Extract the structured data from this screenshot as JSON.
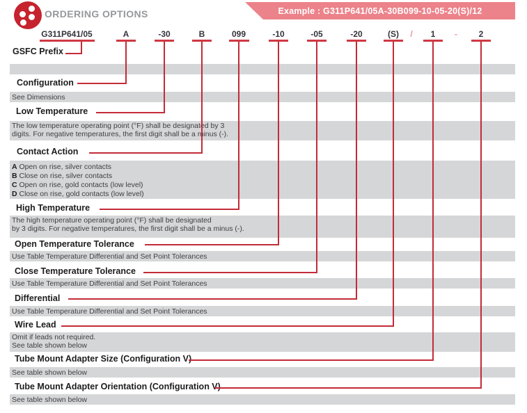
{
  "header": {
    "title": "ORDERING OPTIONS",
    "example": "Example : G311P641/05A-30B099-10-05-20(S)/12"
  },
  "code": {
    "segments": [
      "G311P641/05",
      "A",
      "-30",
      "B",
      "099",
      "-10",
      "-05",
      "-20",
      "(S)",
      "/",
      "1",
      "-",
      "2"
    ]
  },
  "sections": [
    {
      "label": "GSFC Prefix"
    },
    {
      "label": "Configuration",
      "note": "See Dimensions"
    },
    {
      "label": "Low Temperature",
      "note_line1": "The low temperature operating point (°F) shall be designated by 3",
      "note_line2": "digits. For negative temperatures, the first digit shall be a minus (-)."
    },
    {
      "label": "Contact Action",
      "options": [
        {
          "key": "A",
          "text": "Open on rise, silver contacts"
        },
        {
          "key": "B",
          "text": "Close on rise, silver contacts"
        },
        {
          "key": "C",
          "text": "Open on rise, gold contacts (low level)"
        },
        {
          "key": "D",
          "text": "Close on rise, gold contacts (low level)"
        }
      ]
    },
    {
      "label": "High Temperature",
      "note_line1": "The high temperature operating point (°F) shall be designated",
      "note_line2": "by 3 digits. For negative temperatures, the first digit shall be a minus (-)."
    },
    {
      "label": "Open Temperature Tolerance",
      "note": "Use Table Temperature Differential and Set Point Tolerances"
    },
    {
      "label": "Close Temperature Tolerance",
      "note": "Use Table Temperature Differential and Set Point Tolerances"
    },
    {
      "label": "Differential",
      "note": "Use Table Temperature Differential and Set Point Tolerances"
    },
    {
      "label": "Wire Lead",
      "note_line1": "Omit if leads not required.",
      "note_line2": "See table shown below"
    },
    {
      "label": "Tube Mount Adapter Size (Configuration V)",
      "note": "See table shown below"
    },
    {
      "label": "Tube Mount Adapter Orientation (Configuration V)",
      "note": "See table shown below"
    }
  ],
  "colors": {
    "accent_red": "#c5232e",
    "banner_pink": "#ec828a",
    "band_gray": "#d5d6d8",
    "title_gray": "#96989a"
  }
}
